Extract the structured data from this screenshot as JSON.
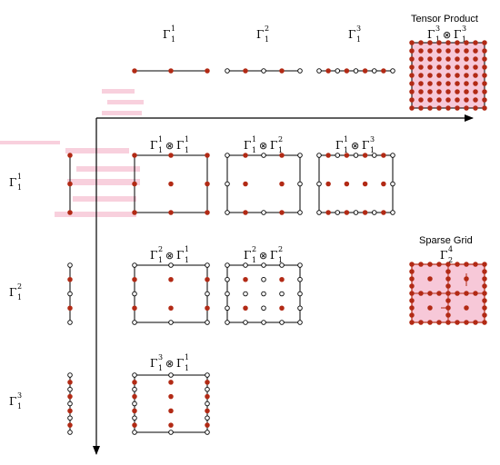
{
  "labels": {
    "tensor_product": "Tensor Product",
    "sparse_grid": "Sparse Grid",
    "gamma": "Γ",
    "otimes": "⊗",
    "sub1": "1",
    "sub2": "2",
    "sup1": "1",
    "sup2": "2",
    "sup3": "3",
    "sup4": "4"
  },
  "colors": {
    "filled_node": "#b22a15",
    "pink_highlight": "#f7c8d8",
    "line": "#000000"
  }
}
